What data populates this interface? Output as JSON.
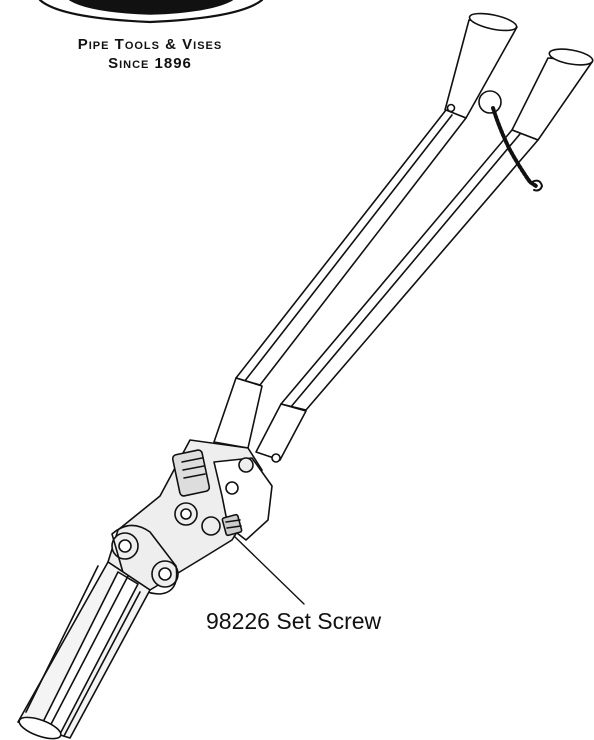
{
  "brand": {
    "tagline_line1": "Pipe Tools & Vises",
    "tagline_line2": "Since 1896"
  },
  "callout": {
    "label": "98226 Set Screw"
  }
}
